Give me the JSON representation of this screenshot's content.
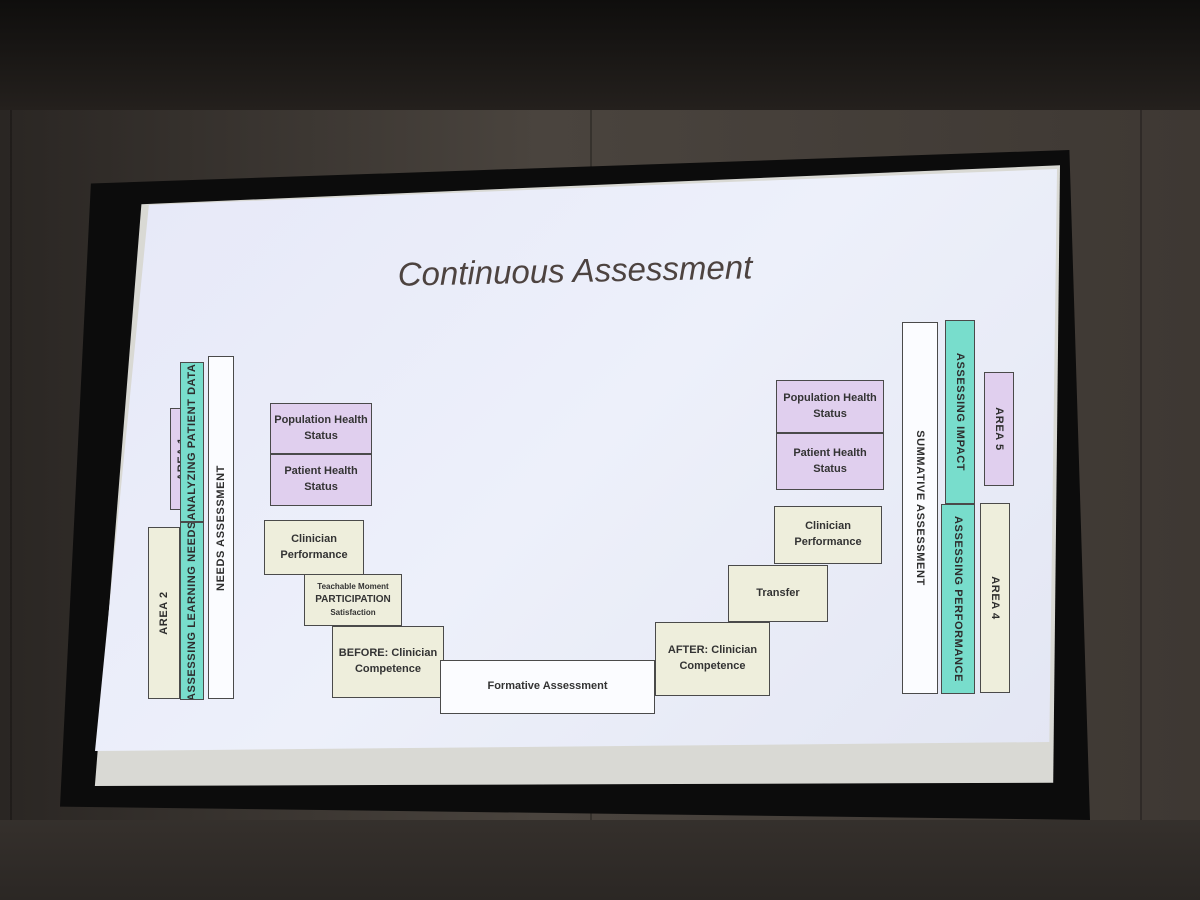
{
  "slide": {
    "title": "Continuous Assessment"
  },
  "left": {
    "area1": "AREA 1",
    "area2": "AREA 2",
    "analyzing_patient_data": "ANALYZING PATIENT DATA",
    "assessing_learning_needs": "ASSESSING LEARNING NEEDS",
    "needs_assessment": "NEEDS ASSESSMENT",
    "population_health": [
      "Population Health",
      "Status"
    ],
    "patient_health": [
      "Patient Health",
      "Status"
    ],
    "clinician_performance": [
      "Clinician",
      "Performance"
    ],
    "participation": [
      "Teachable Moment",
      "PARTICIPATION",
      "Satisfaction"
    ],
    "before_competence": [
      "BEFORE: Clinician",
      "Competence"
    ]
  },
  "center": {
    "formative_assessment": "Formative Assessment"
  },
  "right": {
    "population_health": [
      "Population Health",
      "Status"
    ],
    "patient_health": [
      "Patient Health",
      "Status"
    ],
    "clinician_performance": [
      "Clinician",
      "Performance"
    ],
    "transfer": "Transfer",
    "after_competence": [
      "AFTER: Clinician",
      "Competence"
    ],
    "summative_assessment": "SUMMATIVE ASSESSMENT",
    "assessing_impact": "ASSESSING IMPACT",
    "assessing_performance": "ASSESSING PERFORMANCE",
    "area5": "AREA 5",
    "area4": "AREA 4"
  },
  "colors": {
    "purple": "#e0cfee",
    "cream": "#eeeedc",
    "teal": "#78ddcc",
    "white": "#fbfcff"
  }
}
